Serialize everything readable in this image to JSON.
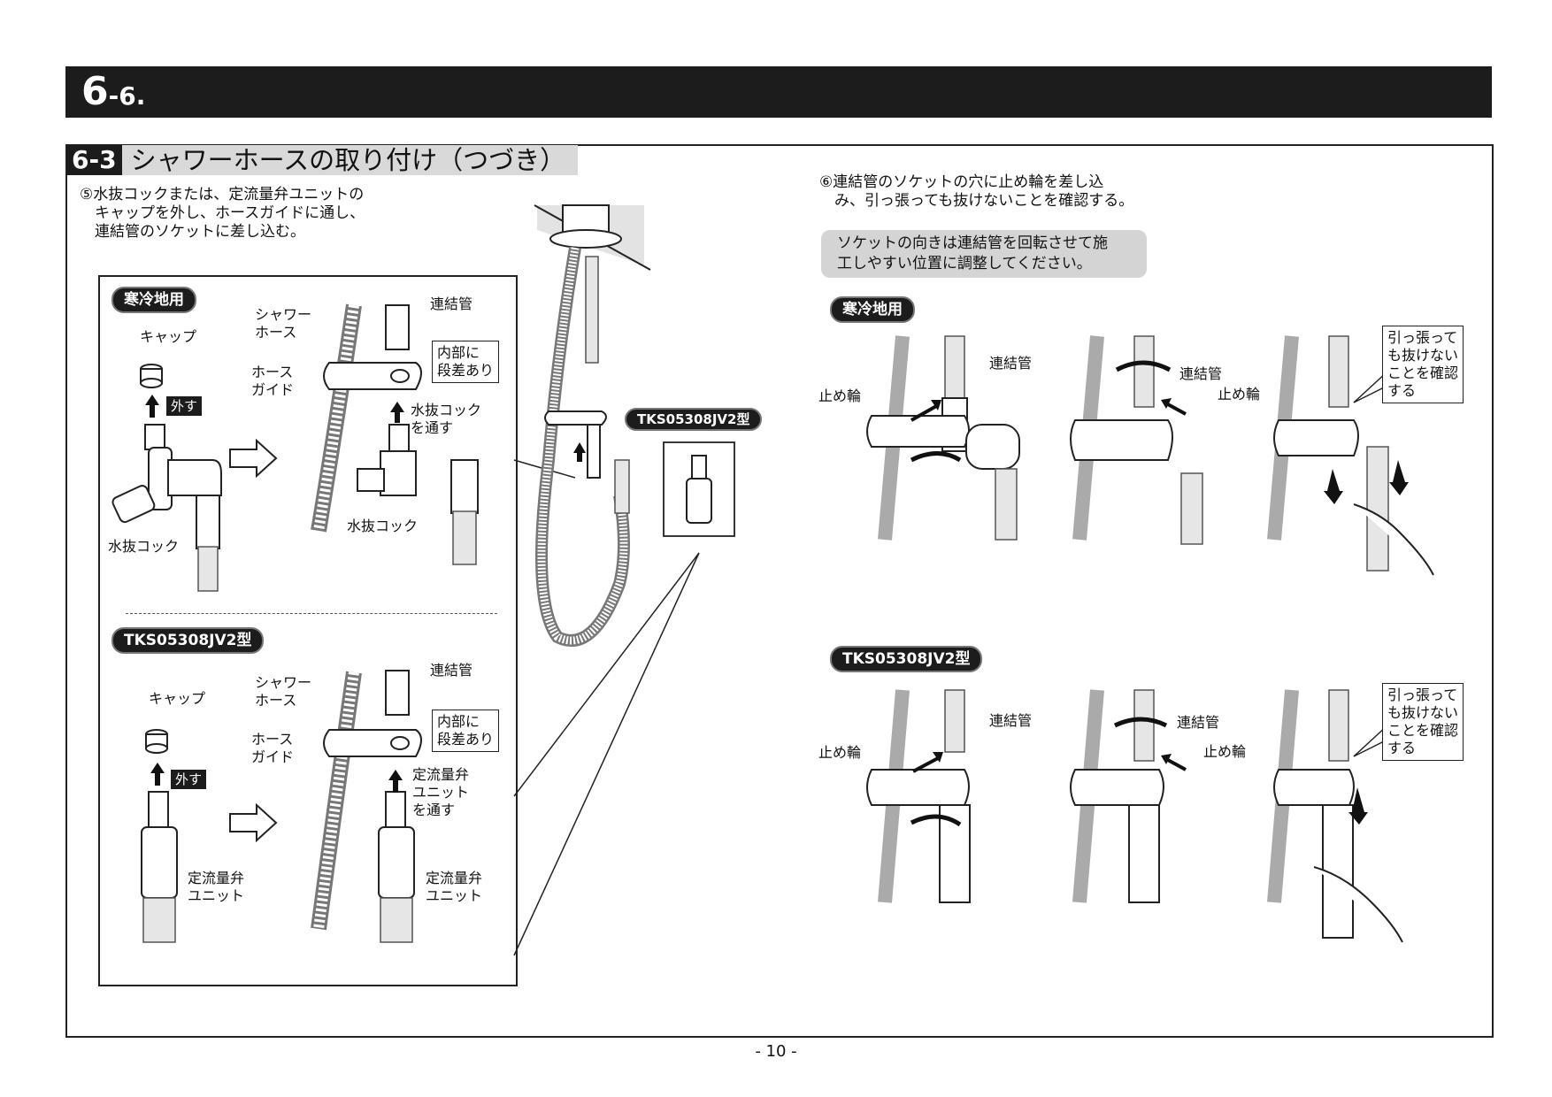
{
  "header": {
    "number_big": "6",
    "number_small": "-6."
  },
  "section": {
    "number": "6-3",
    "title": "シャワーホースの取り付け（つづき）"
  },
  "step5": {
    "text": "⑤水抜コックまたは、定流量弁ユニットの\n　キャップを外し、ホースガイドに通し、\n　連結管のソケットに差し込む。"
  },
  "step6": {
    "text": "⑥連結管のソケットの穴に止め輪を差し込\n　み、引っ張っても抜けないことを確認する。"
  },
  "note": "ソケットの向きは連結管を回転させて施\n工しやすい位置に調整してください。",
  "labels": {
    "cold": "寒冷地用",
    "model": "TKS05308JV2型",
    "cap": "キャップ",
    "remove": "外す",
    "drain_cock": "水抜コック",
    "shower_hose": "シャワー\nホース",
    "hose_guide": "ホース\nガイド",
    "connecting_pipe": "連結管",
    "internal_step": "内部に\n段差あり",
    "pass_drain": "水抜コック\nを通す",
    "flow_unit": "定流量弁\nユニット",
    "pass_flow": "定流量弁\nユニット\nを通す",
    "retaining_ring": "止め輪",
    "pull_check": "引っ張って\nも抜けない\nことを確認\nする"
  },
  "page": "- 10 -"
}
